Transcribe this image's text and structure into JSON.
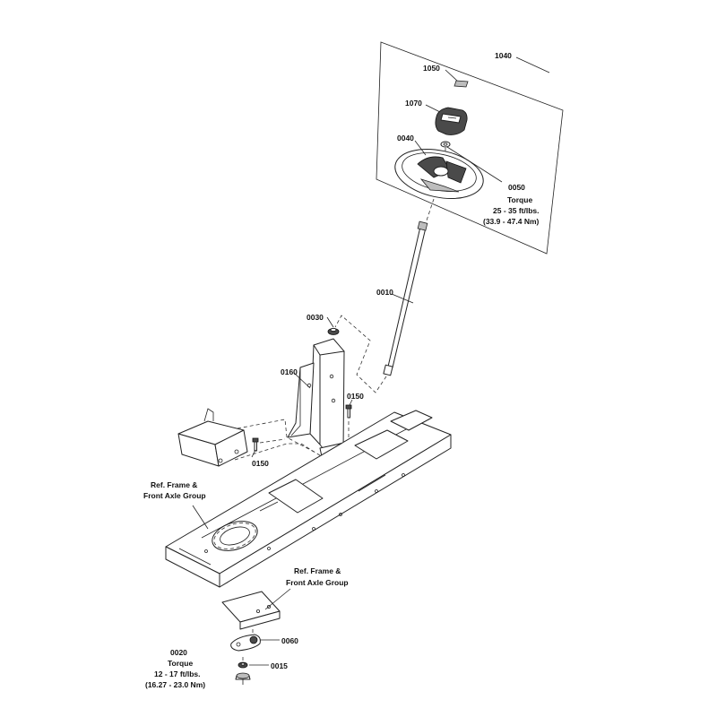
{
  "callouts": {
    "c1040": "1040",
    "c1050": "1050",
    "c1070": "1070",
    "c0040": "0040",
    "c0050": "0050",
    "torque_top": "Torque",
    "torque_top_ft": "25 - 35 ft/lbs.",
    "torque_top_nm": "(33.9 - 47.4 Nm)",
    "c0010": "0010",
    "c0030": "0030",
    "c0160": "0160",
    "c0150_right": "0150",
    "c0150_left": "0150",
    "ref_frame_left_1": "Ref. Frame &",
    "ref_frame_left_2": "Front Axle Group",
    "ref_frame_right_1": "Ref. Frame &",
    "ref_frame_right_2": "Front Axle Group",
    "c0060": "0060",
    "c0015": "0015",
    "c0020": "0020",
    "torque_bottom": "Torque",
    "torque_bottom_ft": "12 - 17 ft/lbs.",
    "torque_bottom_nm": "(16.27 - 23.0 Nm)"
  }
}
